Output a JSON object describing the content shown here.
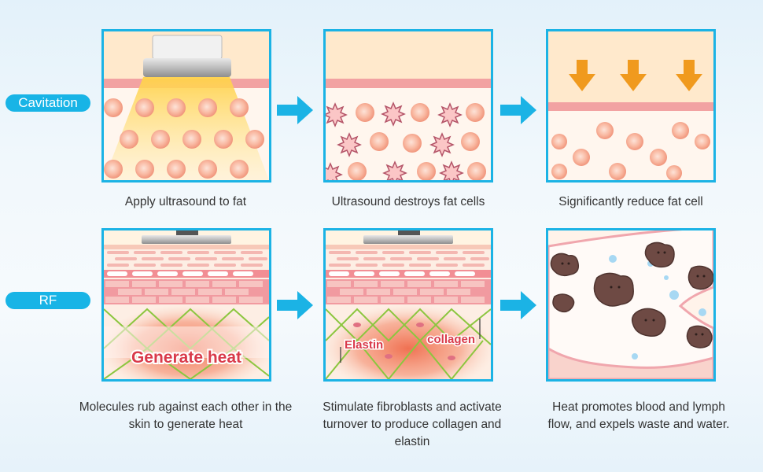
{
  "row_labels": {
    "cavitation": "Cavitation",
    "rf": "RF"
  },
  "captions": {
    "apply_ultrasound": "Apply ultrasound to fat",
    "destroys_fat": "Ultrasound destroys fat cells",
    "reduce_fat": "Significantly reduce fat cell",
    "molecules_rub": "Molecules rub against each other in the skin to generate heat",
    "stimulate_fibroblasts": "Stimulate fibroblasts and activate turnover to produce collagen and elastin",
    "heat_promotes": "Heat promotes blood and lymph flow, and expels waste and water."
  },
  "panel_labels": {
    "generate_heat": "Generate heat",
    "elastin": "Elastin",
    "collagen": "collagen"
  },
  "colors": {
    "accent_blue": "#1bb3e5",
    "fat_cell": "#f6a98f",
    "heat_red": "#d93a4a",
    "arrow_orange": "#f09a1e",
    "fiber_green": "#8cc63f"
  },
  "icons": {
    "step_arrow": "right-arrow-icon",
    "press_arrow": "down-arrow-icon"
  }
}
